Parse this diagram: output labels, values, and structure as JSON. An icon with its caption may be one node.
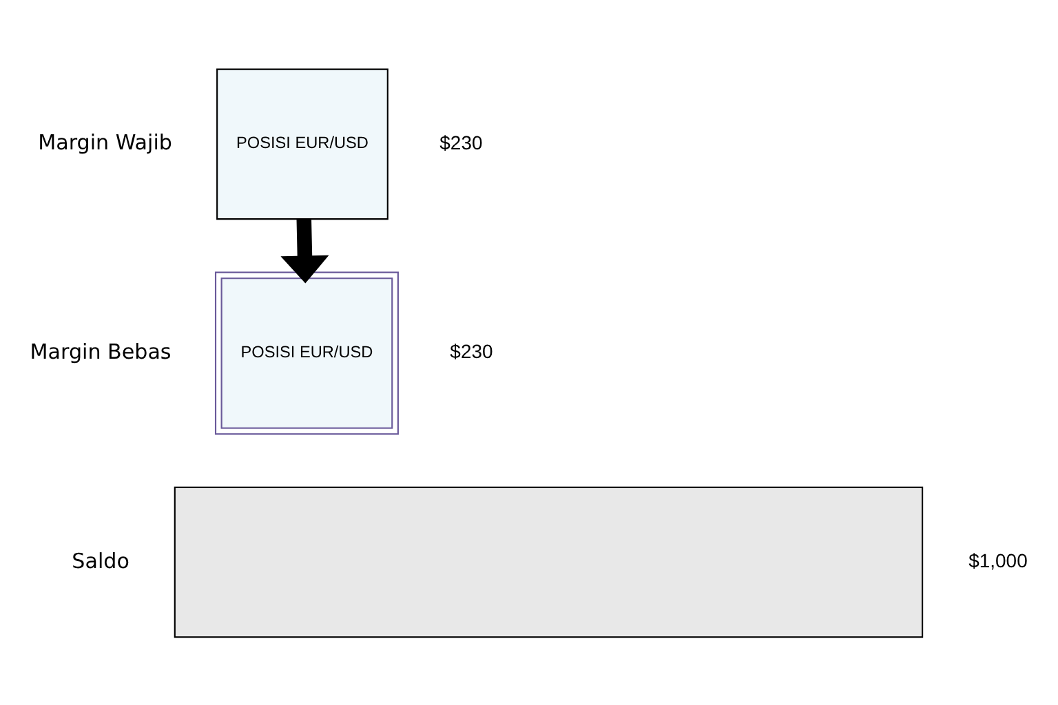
{
  "diagram": {
    "nodes": [
      {
        "text": [
          "POSISI EUR/USD"
        ],
        "beside": [
          "Margin Wajib",
          "$230"
        ]
      },
      {
        "text": [
          "POSISI EUR/USD"
        ],
        "beside": [
          "Margin Bebas",
          "$230"
        ]
      },
      {
        "text": [],
        "shape": "box",
        "beside": [
          "Saldo",
          "$1,000"
        ]
      }
    ],
    "edges": [
      {
        "from": 0,
        "to": 1,
        "arrow": "to"
      }
    ]
  }
}
